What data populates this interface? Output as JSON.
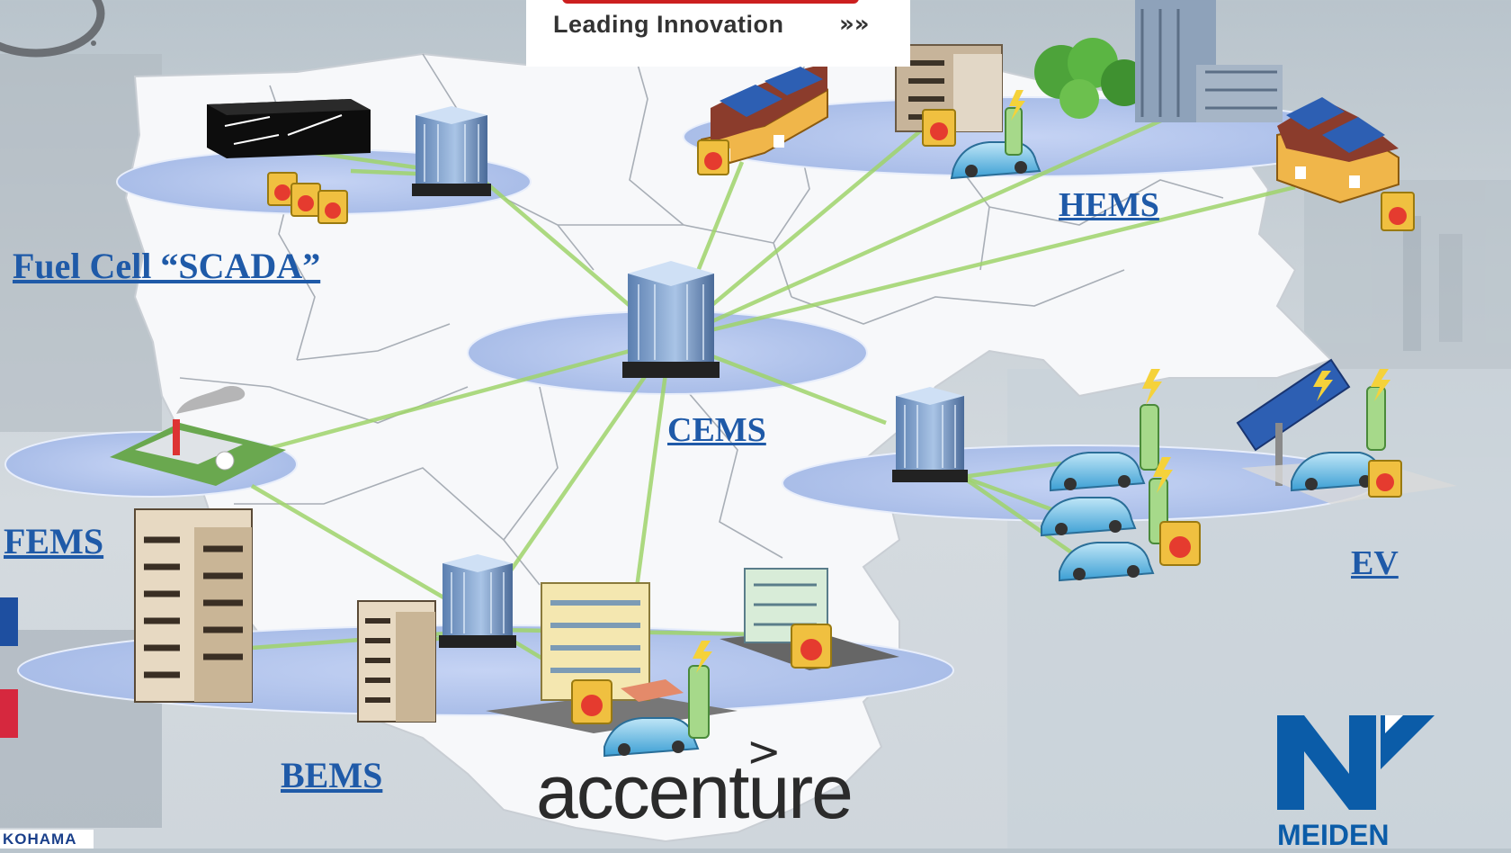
{
  "logos": {
    "top_center_tagline": "Leading Innovation",
    "bottom_center": "accenture",
    "bottom_right": "MEIDEN",
    "bottom_left": "KOHAMA"
  },
  "labels": {
    "fuel_cell": "Fuel Cell “SCADA”",
    "hems": "HEMS",
    "cems": "CEMS",
    "fems": "FEMS",
    "ev": "EV",
    "bems": "BEMS"
  },
  "colors": {
    "label_blue": "#1f5aa8",
    "link_green": "#9fd36a",
    "platform": "#b8c8ef",
    "map_white": "#f7f8fa",
    "battery_red": "#e53b2f",
    "meiden_blue": "#0b5ca8"
  },
  "icons": [
    "office-tower-icon",
    "house-solar-icon",
    "battery-icon",
    "ev-car-icon",
    "charging-station-icon",
    "power-plant-icon",
    "solar-panel-icon",
    "apartment-building-icon",
    "tree-icon"
  ]
}
